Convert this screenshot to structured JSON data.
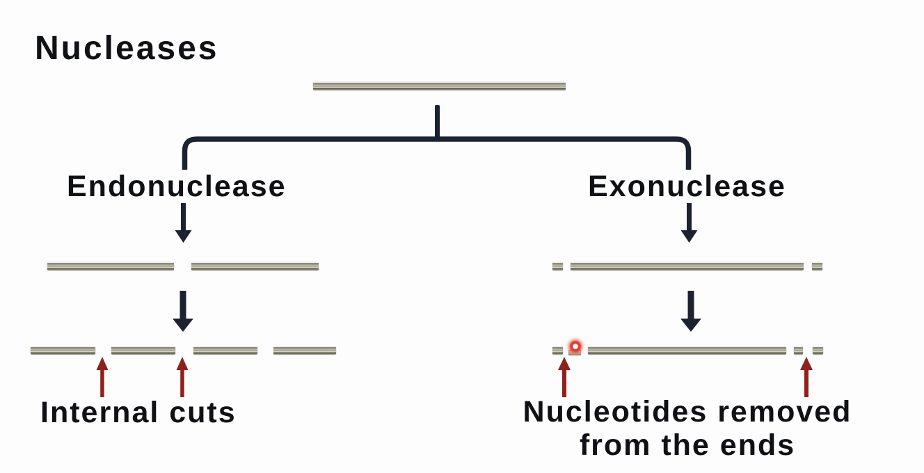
{
  "title": "Nucleases",
  "diagram": {
    "left": {
      "label": "Endonuclease",
      "caption": "Internal cuts"
    },
    "right": {
      "label": "Exonuclease",
      "caption_line1": "Nucleotides removed",
      "caption_line2": "from the ends"
    }
  },
  "colors": {
    "background": "#fdfdfd",
    "text": "#101114",
    "line": "#1c2230",
    "cut_arrow": "#8e221a",
    "strand_mid": "#8b8b7a",
    "strand_light": "#d5d4c3",
    "strand_dark": "#585848",
    "glow_ring": "#e23b2e"
  }
}
